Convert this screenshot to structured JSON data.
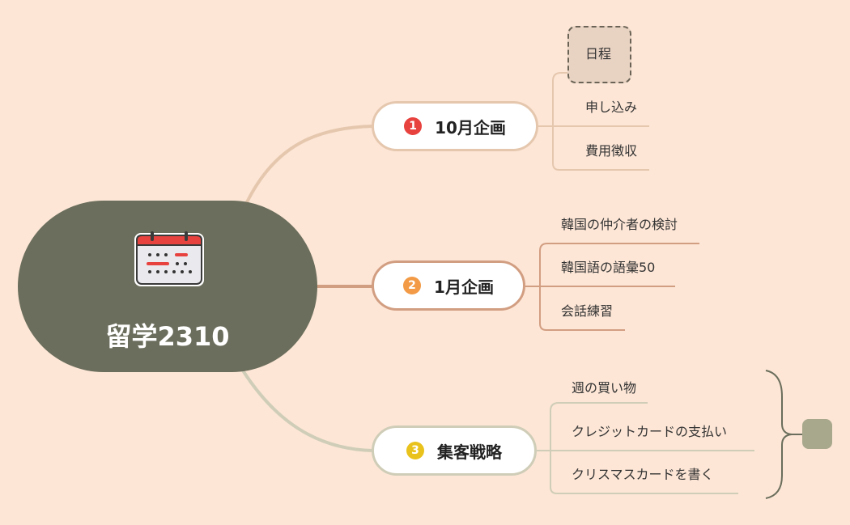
{
  "colors": {
    "background": "#fde6d6",
    "root_fill": "#6b6e5c",
    "branch1_line": "#e5c7ae",
    "branch2_line": "#d29e82",
    "branch3_line": "#cfcdb7",
    "badge1": "#e8423f",
    "badge2": "#f29a45",
    "badge3": "#e9c21c",
    "summary_brace": "#6b6e5c",
    "summary_box": "#a8a88c"
  },
  "root": {
    "title": "留学2310",
    "icon": "calendar-icon"
  },
  "branches": [
    {
      "number": "1",
      "label": "10月企画",
      "children": [
        "日程",
        "申し込み",
        "費用徴収"
      ]
    },
    {
      "number": "2",
      "label": "1月企画",
      "children": [
        "韓国の仲介者の検討",
        "韓国語の語彙50",
        "会話練習"
      ]
    },
    {
      "number": "3",
      "label": "集客戦略",
      "children": [
        "週の買い物",
        "クレジットカードの支払い",
        "クリスマスカードを書く"
      ]
    }
  ]
}
